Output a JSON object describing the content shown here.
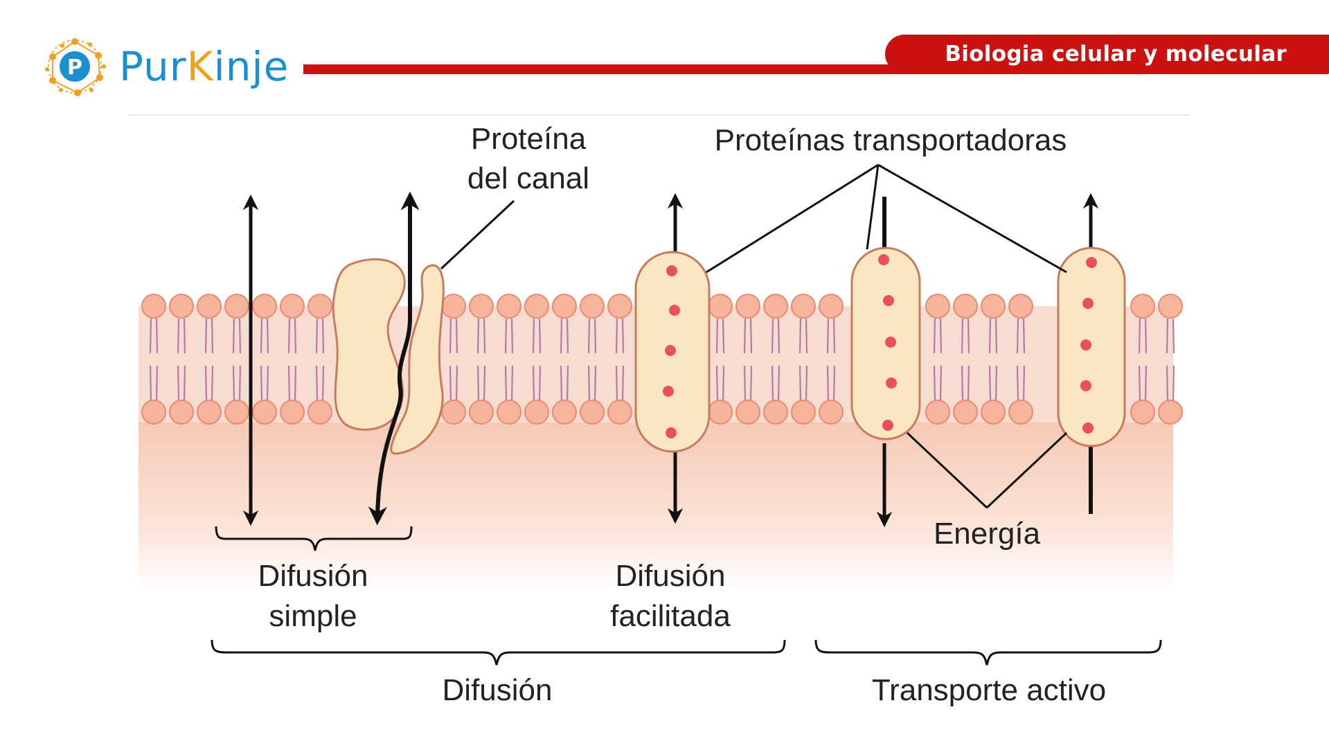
{
  "header": {
    "logo_text": "PurKinje",
    "logo_parts": [
      "Pur",
      "K",
      "inje"
    ],
    "course_title": "Biologia celular y molecular",
    "colors": {
      "brand_blue": "#1b8fd0",
      "brand_orange": "#f0a020",
      "brand_red": "#cc1111"
    }
  },
  "diagram": {
    "labels": {
      "channel_protein": [
        "Proteína",
        "del canal"
      ],
      "carrier_proteins": "Proteínas transportadoras",
      "energy": "Energía",
      "simple_diffusion": [
        "Difusión",
        "simple"
      ],
      "facilitated_diffusion": [
        "Difusión",
        "facilitada"
      ],
      "diffusion": "Difusión",
      "active_transport": "Transporte activo"
    }
  }
}
